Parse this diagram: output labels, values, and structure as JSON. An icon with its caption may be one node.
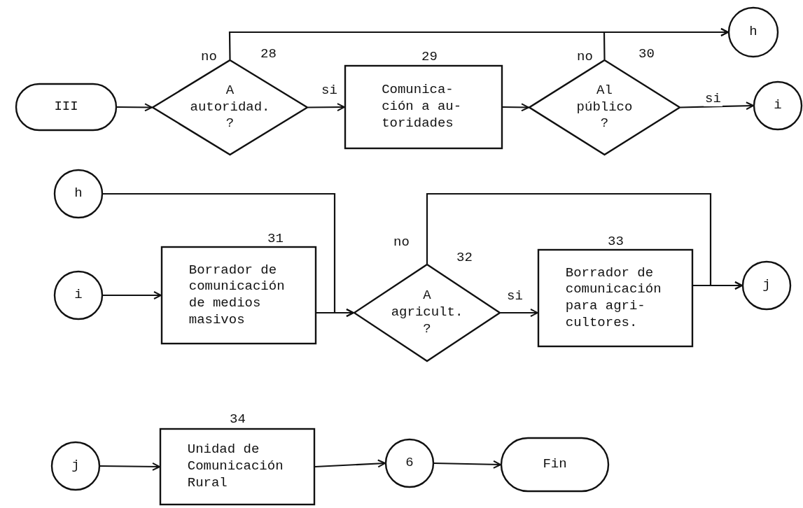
{
  "diagram": {
    "nodes": [
      {
        "text": [
          "III"
        ]
      },
      {
        "text": [
          "A autoridad. ?"
        ],
        "beside": [
          "28"
        ]
      },
      {
        "text": [
          "Comunica- ción a au- toridades"
        ],
        "beside": [
          "29"
        ]
      },
      {
        "text": [
          "Al público ?"
        ],
        "beside": [
          "30"
        ]
      },
      {
        "text": [
          "h"
        ]
      },
      {
        "text": [
          "i"
        ]
      },
      {
        "text": [
          "h"
        ]
      },
      {
        "text": [
          "i"
        ]
      },
      {
        "text": [
          "Borrador de comunicación de medios masivos"
        ],
        "beside": [
          "31"
        ]
      },
      {
        "text": [
          "A agricult. ?"
        ],
        "beside": [
          "32"
        ]
      },
      {
        "text": [
          "Borrador de comunicación para agri- cultores."
        ],
        "beside": [
          "33"
        ]
      },
      {
        "text": [
          "j"
        ]
      },
      {
        "text": [
          "j"
        ]
      },
      {
        "text": [
          "Unidad de Comunicación Rural"
        ],
        "beside": [
          "34"
        ]
      },
      {
        "text": [
          "6"
        ]
      },
      {
        "text": [
          "Fin"
        ]
      }
    ],
    "edges": [
      {
        "from": 0,
        "to": 1,
        "arrow": "to"
      },
      {
        "from": 1,
        "to": 2,
        "arrow": "to",
        "label": "si"
      },
      {
        "from": 1,
        "to": 4,
        "arrow": "to",
        "label": "no"
      },
      {
        "from": 2,
        "to": 3,
        "arrow": "to"
      },
      {
        "from": 3,
        "to": 4,
        "arrow": "to",
        "label": "no"
      },
      {
        "from": 3,
        "to": 5,
        "arrow": "to",
        "label": "si"
      },
      {
        "from": 6,
        "to": 9,
        "arrow": "to"
      },
      {
        "from": 7,
        "to": 8,
        "arrow": "to"
      },
      {
        "from": 8,
        "to": 9,
        "arrow": "to"
      },
      {
        "from": 9,
        "to": 10,
        "arrow": "to",
        "label": "si"
      },
      {
        "from": 9,
        "to": 11,
        "arrow": "to",
        "label": "no"
      },
      {
        "from": 10,
        "to": 11,
        "arrow": "to"
      },
      {
        "from": 12,
        "to": 13,
        "arrow": "to"
      },
      {
        "from": 13,
        "to": 14,
        "arrow": "to"
      },
      {
        "from": 14,
        "to": 15,
        "arrow": "to"
      }
    ]
  }
}
